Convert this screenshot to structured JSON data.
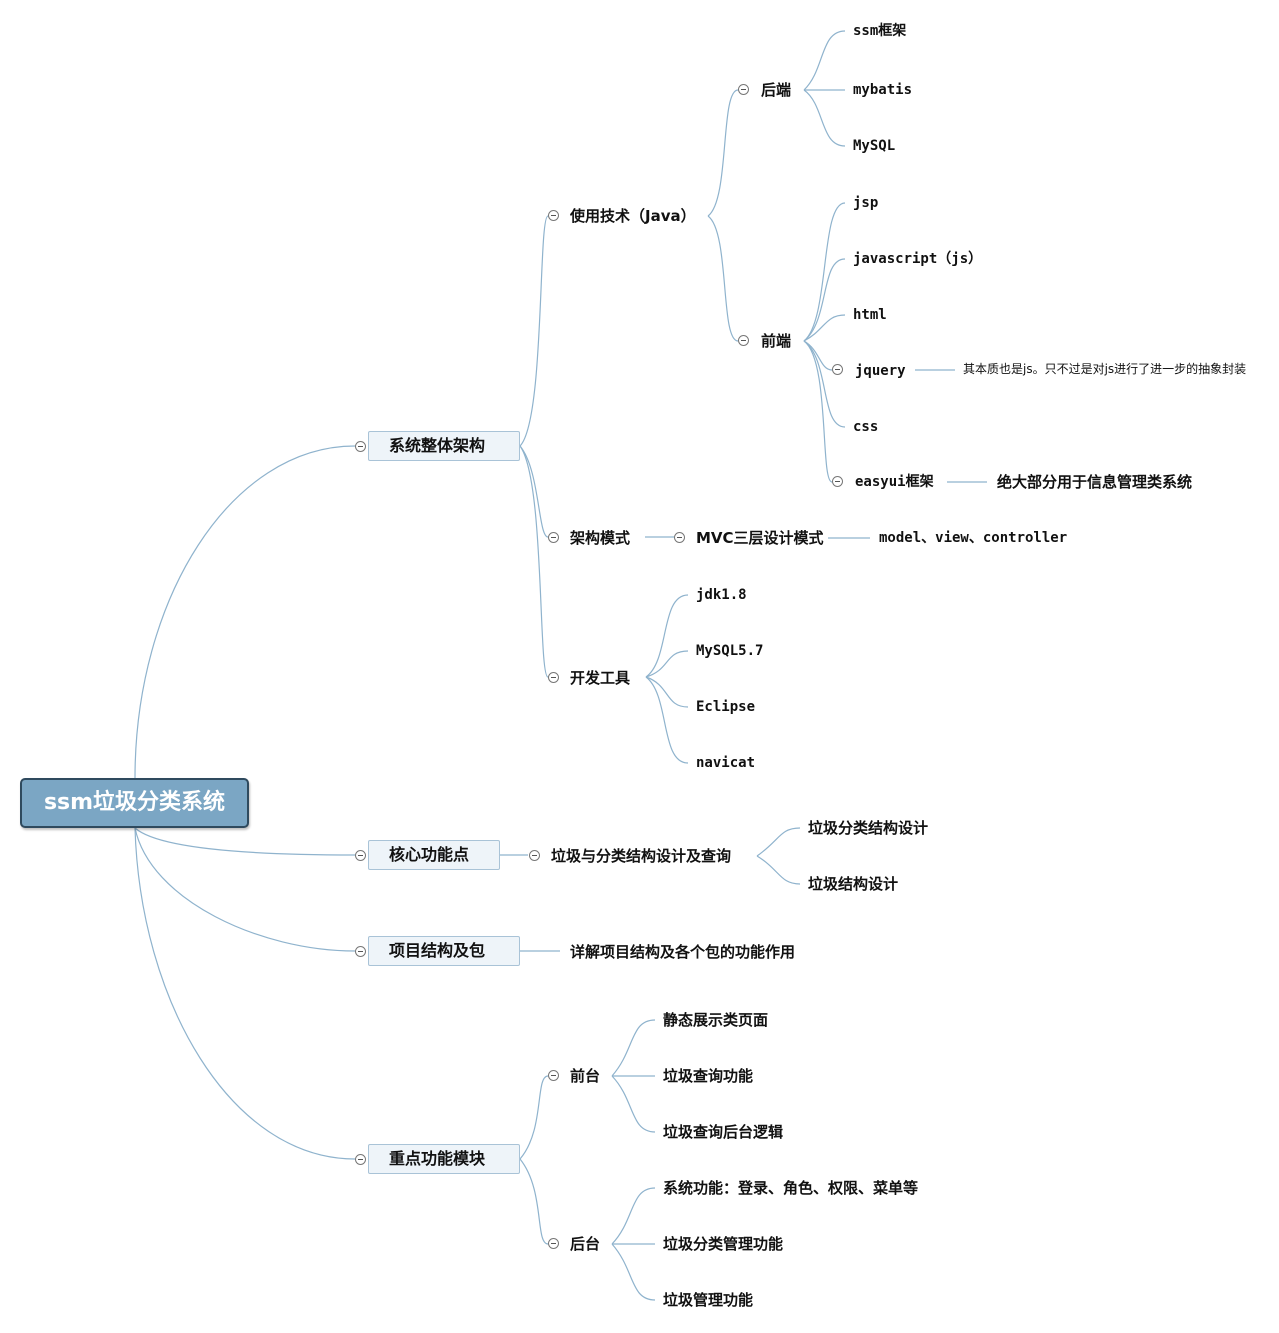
{
  "root": "ssm垃圾分类系统",
  "architecture": {
    "label": "系统整体架构",
    "tech": {
      "label": "使用技术（Java）",
      "backend": {
        "label": "后端",
        "items": [
          "ssm框架",
          "mybatis",
          "MySQL"
        ]
      },
      "frontend": {
        "label": "前端",
        "items": [
          "jsp",
          "javascript（js）",
          "html",
          "jquery",
          "css",
          "easyui框架"
        ],
        "jquery_note": "其本质也是js。只不过是对js进行了进一步的抽象封装",
        "easyui_note": "绝大部分用于信息管理类系统"
      }
    },
    "pattern": {
      "label": "架构模式",
      "mvc": "MVC三层设计模式",
      "mvc_note": "model、view、controller"
    },
    "tools": {
      "label": "开发工具",
      "items": [
        "jdk1.8",
        "MySQL5.7",
        "Eclipse",
        "navicat"
      ]
    }
  },
  "core": {
    "label": "核心功能点",
    "child": "垃圾与分类结构设计及查询",
    "items": [
      "垃圾分类结构设计",
      "垃圾结构设计"
    ]
  },
  "project": {
    "label": "项目结构及包",
    "child": "详解项目结构及各个包的功能作用"
  },
  "modules": {
    "label": "重点功能模块",
    "front": {
      "label": "前台",
      "items": [
        "静态展示类页面",
        "垃圾查询功能",
        "垃圾查询后台逻辑"
      ]
    },
    "back": {
      "label": "后台",
      "items": [
        "系统功能：登录、角色、权限、菜单等",
        "垃圾分类管理功能",
        "垃圾管理功能"
      ]
    }
  },
  "colors": {
    "root_fill": "#7ba6c4",
    "root_border": "#2f4a5e",
    "branch_fill": "#eef4f9",
    "connector": "#8fb3cd"
  }
}
